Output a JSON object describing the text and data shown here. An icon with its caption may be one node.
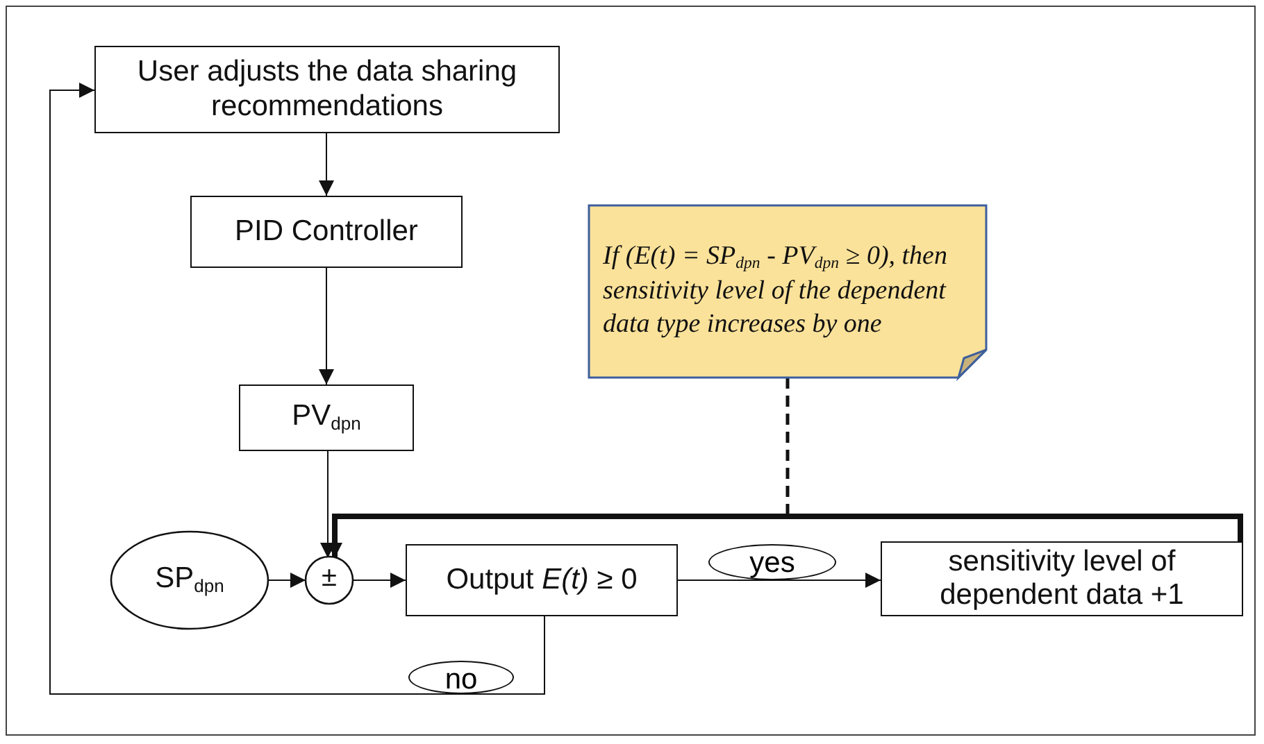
{
  "diagram": {
    "nodes": [
      {
        "text": [
          "User adjusts the data sharing recommendations"
        ]
      },
      {
        "text": [
          "PID Controller"
        ]
      },
      {
        "text": [
          "PV$_{dpn}$"
        ]
      },
      {
        "text": [
          "If (E(t) = SP$_{dpn}$ - PV$_{dpn}$ ≥ 0), then sensitivity level of the dependent data type increases by one"
        ]
      },
      {
        "text": [
          "SP$_{dpn}$"
        ]
      },
      {
        "text": [
          "±"
        ]
      },
      {
        "text": [
          "Output *E(t)* ≥ 0"
        ]
      },
      {
        "text": [
          "sensitivity level of dependent data +1"
        ]
      }
    ],
    "edges": [
      {
        "from": 0,
        "to": 1,
        "arrow": "to"
      },
      {
        "from": 1,
        "to": 2,
        "arrow": "to"
      },
      {
        "from": 2,
        "to": 5,
        "arrow": "to"
      },
      {
        "from": 4,
        "to": 5,
        "arrow": "to"
      },
      {
        "from": 5,
        "to": 6,
        "arrow": "to"
      },
      {
        "from": 6,
        "to": 7,
        "arrow": "to",
        "label": "yes"
      },
      {
        "from": 6,
        "to": 0,
        "arrow": "to",
        "label": "no"
      },
      {
        "from": 7,
        "to": 5,
        "arrow": "to",
        "style": "thick"
      },
      {
        "from": 3,
        "to": null,
        "arrow": "none",
        "style": "dashed"
      }
    ]
  }
}
